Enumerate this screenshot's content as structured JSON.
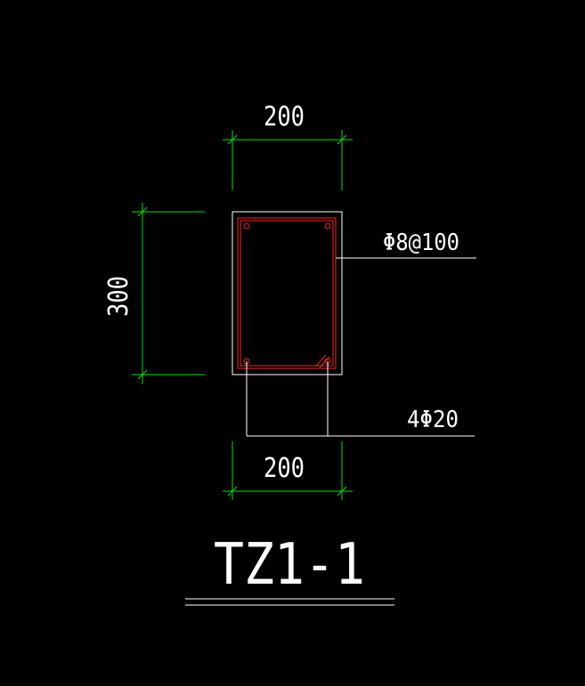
{
  "drawing": {
    "title": "TZ1-1",
    "dimensions": {
      "top_width": "200",
      "bottom_width": "200",
      "height": "300"
    },
    "callouts": {
      "stirrup": "Φ8@100",
      "longitudinal": "4Φ20"
    },
    "colors": {
      "background": "#000000",
      "outline": "#ffffff",
      "rebar": "#ff2020",
      "dimension": "#00e000",
      "text": "#ffffff"
    }
  }
}
